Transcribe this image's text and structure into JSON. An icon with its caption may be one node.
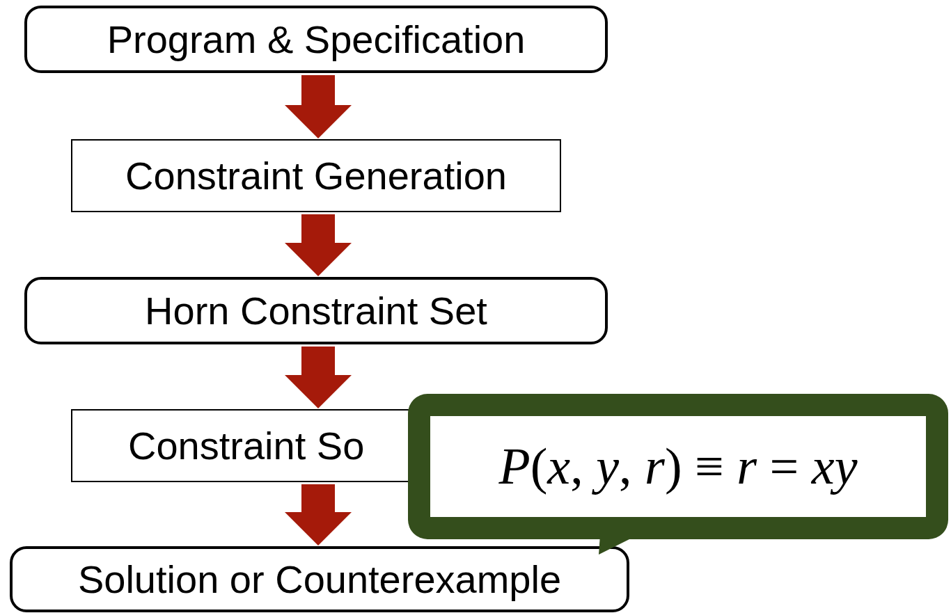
{
  "diagram": {
    "nodes": [
      {
        "text": [
          "Program & Specification"
        ]
      },
      {
        "text": [
          "Constraint Generation"
        ]
      },
      {
        "text": [
          "Horn Constraint Set"
        ]
      },
      {
        "text": [
          "Constraint So"
        ]
      },
      {
        "text": [
          "Solution or Counterexample"
        ]
      },
      {
        "text": [
          "*P*(*x*, *y*, *r*) ≡ *r* = *xy*"
        ]
      }
    ],
    "edges": [
      {
        "from": 0,
        "to": 1,
        "arrow": "to"
      },
      {
        "from": 1,
        "to": 2,
        "arrow": "to"
      },
      {
        "from": 2,
        "to": 3,
        "arrow": "to"
      },
      {
        "from": 3,
        "to": 4,
        "arrow": "to"
      }
    ]
  }
}
